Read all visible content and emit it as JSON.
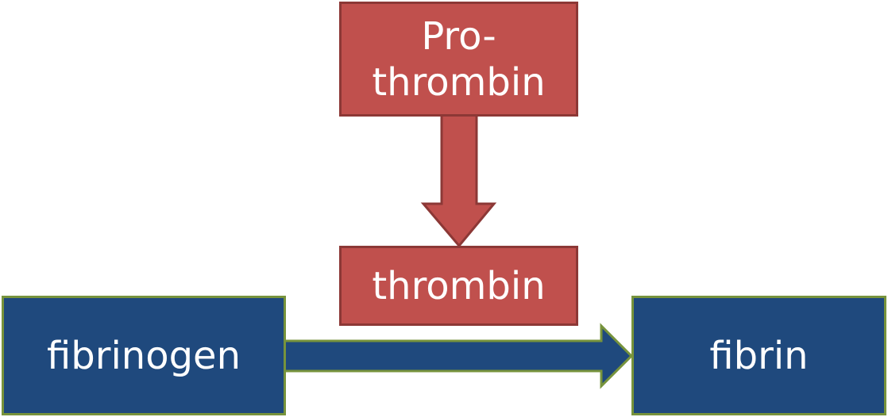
{
  "nodes": {
    "prothrombin": {
      "label": "Pro-\nthrombin"
    },
    "thrombin": {
      "label": "thrombin"
    },
    "fibrinogen": {
      "label": "fibrinogen"
    },
    "fibrin": {
      "label": "fibrin"
    }
  },
  "edges": [
    {
      "from": "prothrombin",
      "to": "thrombin"
    },
    {
      "from": "fibrinogen",
      "to": "fibrin"
    }
  ],
  "colors": {
    "red_fill": "#c0504d",
    "red_border": "#8c3836",
    "blue_fill": "#1f497d",
    "green_border": "#77933c",
    "text": "#ffffff"
  }
}
